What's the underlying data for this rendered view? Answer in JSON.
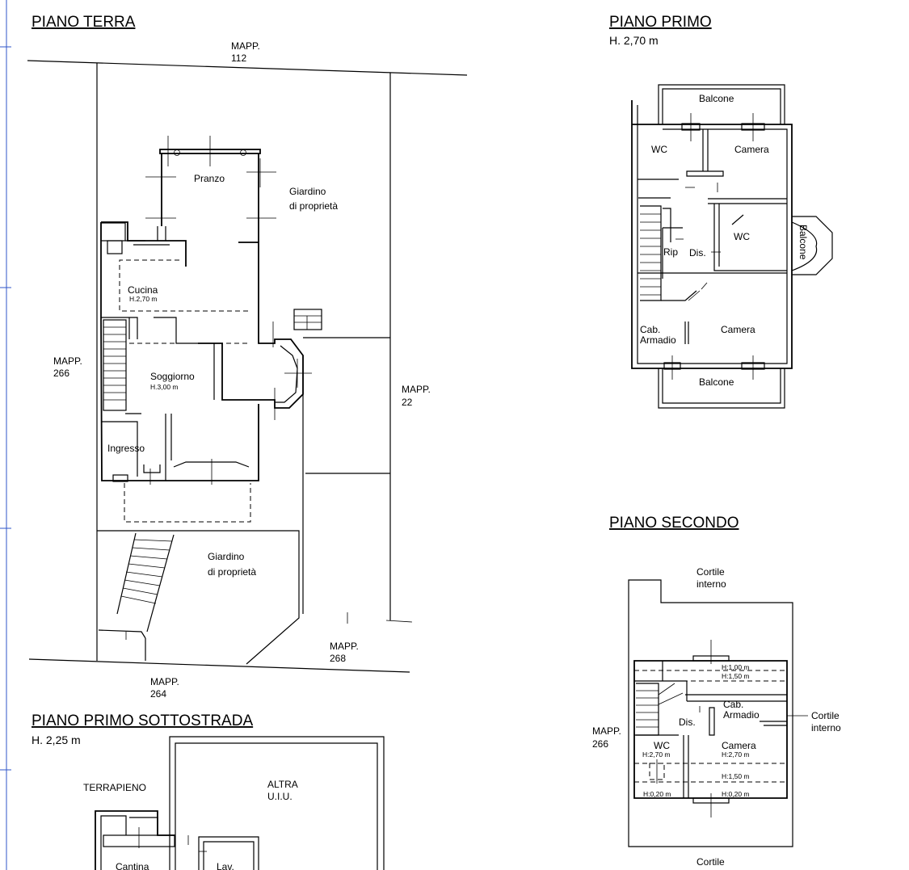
{
  "ground_floor": {
    "title": "PIANO TERRA",
    "rooms": {
      "pranzo": "Pranzo",
      "cucina": "Cucina",
      "cucina_h": "H.2,70 m",
      "soggiorno": "Soggiorno",
      "soggiorno_h": "H.3,00 m",
      "ingresso": "Ingresso",
      "garden1_l1": "Giardino",
      "garden1_l2": "di proprietà",
      "garden2_l1": "Giardino",
      "garden2_l2": "di proprietà"
    },
    "parcels": {
      "p112_l1": "MAPP.",
      "p112_l2": "112",
      "p266_l1": "MAPP.",
      "p266_l2": "266",
      "p22_l1": "MAPP.",
      "p22_l2": "22",
      "p268_l1": "MAPP.",
      "p268_l2": "268",
      "p264_l1": "MAPP.",
      "p264_l2": "264"
    }
  },
  "first_floor": {
    "title": "PIANO PRIMO",
    "height": "H. 2,70 m",
    "rooms": {
      "balcone_top": "Balcone",
      "wc1": "WC",
      "camera1": "Camera",
      "wc2": "WC",
      "balcone_side": "Balcone",
      "rip": "Rip",
      "dis": "Dis.",
      "cab_l1": "Cab.",
      "cab_l2": "Armadio",
      "camera2": "Camera",
      "balcone_bottom": "Balcone"
    }
  },
  "second_floor": {
    "title": "PIANO SECONDO",
    "rooms": {
      "cortile_top_l1": "Cortile",
      "cortile_top_l2": "interno",
      "h100": "H:1,00 m",
      "h150a": "H:1,50 m",
      "cab_l1": "Cab.",
      "cab_l2": "Armadio",
      "cortile_side_l1": "Cortile",
      "cortile_side_l2": "interno",
      "dis": "Dis.",
      "wc": "WC",
      "wc_h": "H:2,70 m",
      "camera": "Camera",
      "camera_h": "H:2,70 m",
      "h150b": "H:1,50 m",
      "h020a": "H:0,20 m",
      "h020b": "H:0,20 m",
      "cortile_bottom": "Cortile",
      "mapp_l1": "MAPP.",
      "mapp_l2": "266"
    }
  },
  "basement": {
    "title": "PIANO PRIMO SOTTOSTRADA",
    "height": "H. 2,25 m",
    "rooms": {
      "terrapieno": "TERRAPIENO",
      "altra_l1": "ALTRA",
      "altra_l2": "U.I.U.",
      "cantina": "Cantina",
      "lav": "Lav."
    }
  }
}
